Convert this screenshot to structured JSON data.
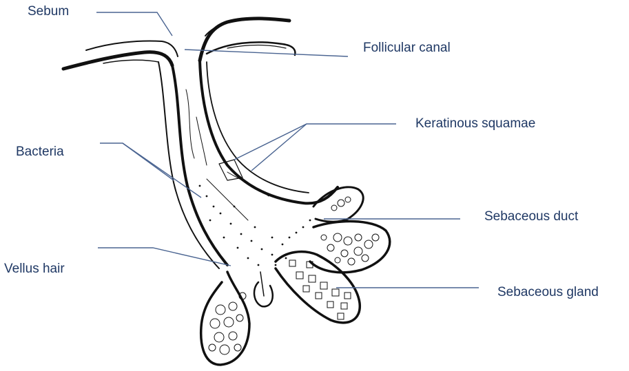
{
  "labels": {
    "sebum": "Sebum",
    "follicular_canal": "Follicular  canal",
    "keratinous_squamae": "Keratinous squamae",
    "bacteria": "Bacteria",
    "sebaceous_duct": "Sebaceous duct",
    "vellus_hair": "Vellus hair",
    "sebaceous_gland": "Sebaceous gland"
  },
  "colors": {
    "label_text": "#1f3864",
    "leader_line": "#4a6491",
    "ink": "#111111"
  }
}
